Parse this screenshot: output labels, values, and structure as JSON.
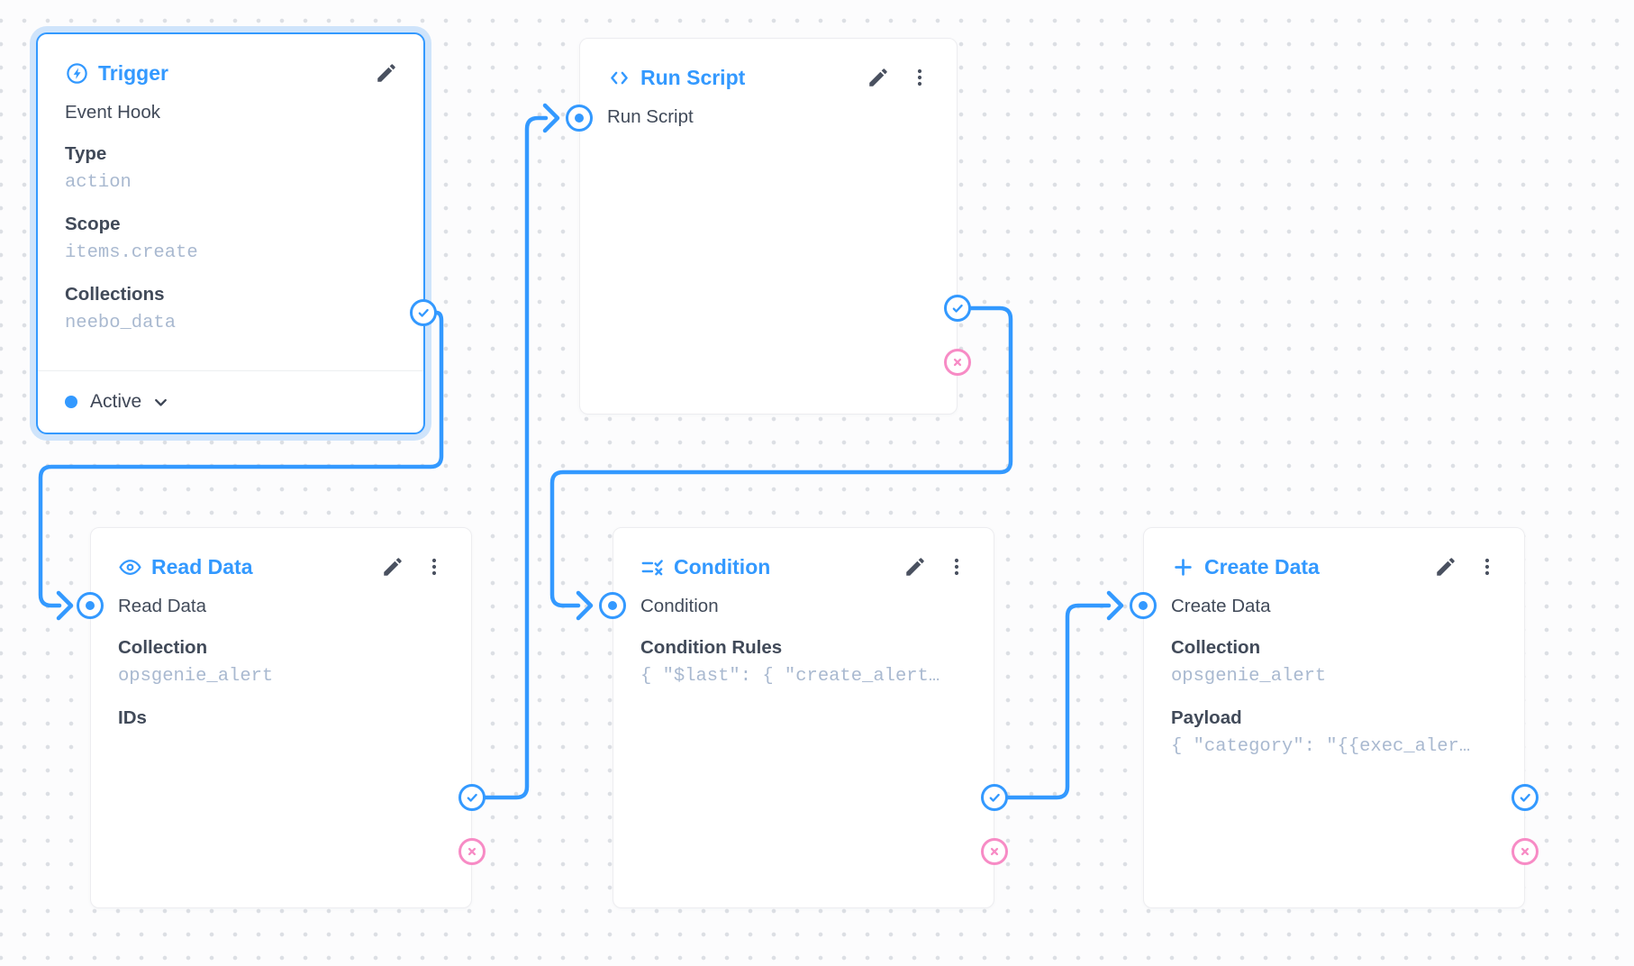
{
  "colors": {
    "primary_blue": "#3399ff",
    "reject_pink": "#f78bc5",
    "text_dark": "#414a59",
    "value_subdued": "#a9b9d0",
    "selected_halo": "#cfe4fb"
  },
  "nodes": {
    "trigger": {
      "title": "Trigger",
      "name": "Event Hook",
      "fields": [
        {
          "label": "Type",
          "value": "action"
        },
        {
          "label": "Scope",
          "value": "items.create"
        },
        {
          "label": "Collections",
          "value": "neebo_data"
        }
      ],
      "status": "Active"
    },
    "run_script": {
      "title": "Run Script",
      "name": "Run Script"
    },
    "read_data": {
      "title": "Read Data",
      "name": "Read Data",
      "fields": [
        {
          "label": "Collection",
          "value": "opsgenie_alert"
        },
        {
          "label": "IDs"
        }
      ]
    },
    "condition": {
      "title": "Condition",
      "name": "Condition",
      "fields": [
        {
          "label": "Condition Rules",
          "value": "{ \"$last\": { \"create_alert…"
        }
      ]
    },
    "create_data": {
      "title": "Create Data",
      "name": "Create Data",
      "fields": [
        {
          "label": "Collection",
          "value": "opsgenie_alert"
        },
        {
          "label": "Payload",
          "value": "{ \"category\": \"{{exec_aler…"
        }
      ]
    }
  },
  "icons": {
    "trigger_title": "bolt-circle-icon",
    "run_script_title": "code-icon",
    "read_data_title": "eye-icon",
    "condition_title": "rule-icon",
    "create_data_title": "plus-icon",
    "edit": "pencil-icon",
    "menu": "kebab-menu-icon",
    "resolve": "check-circle-icon",
    "reject": "x-circle-icon",
    "status_chevron": "chevron-down-icon"
  }
}
